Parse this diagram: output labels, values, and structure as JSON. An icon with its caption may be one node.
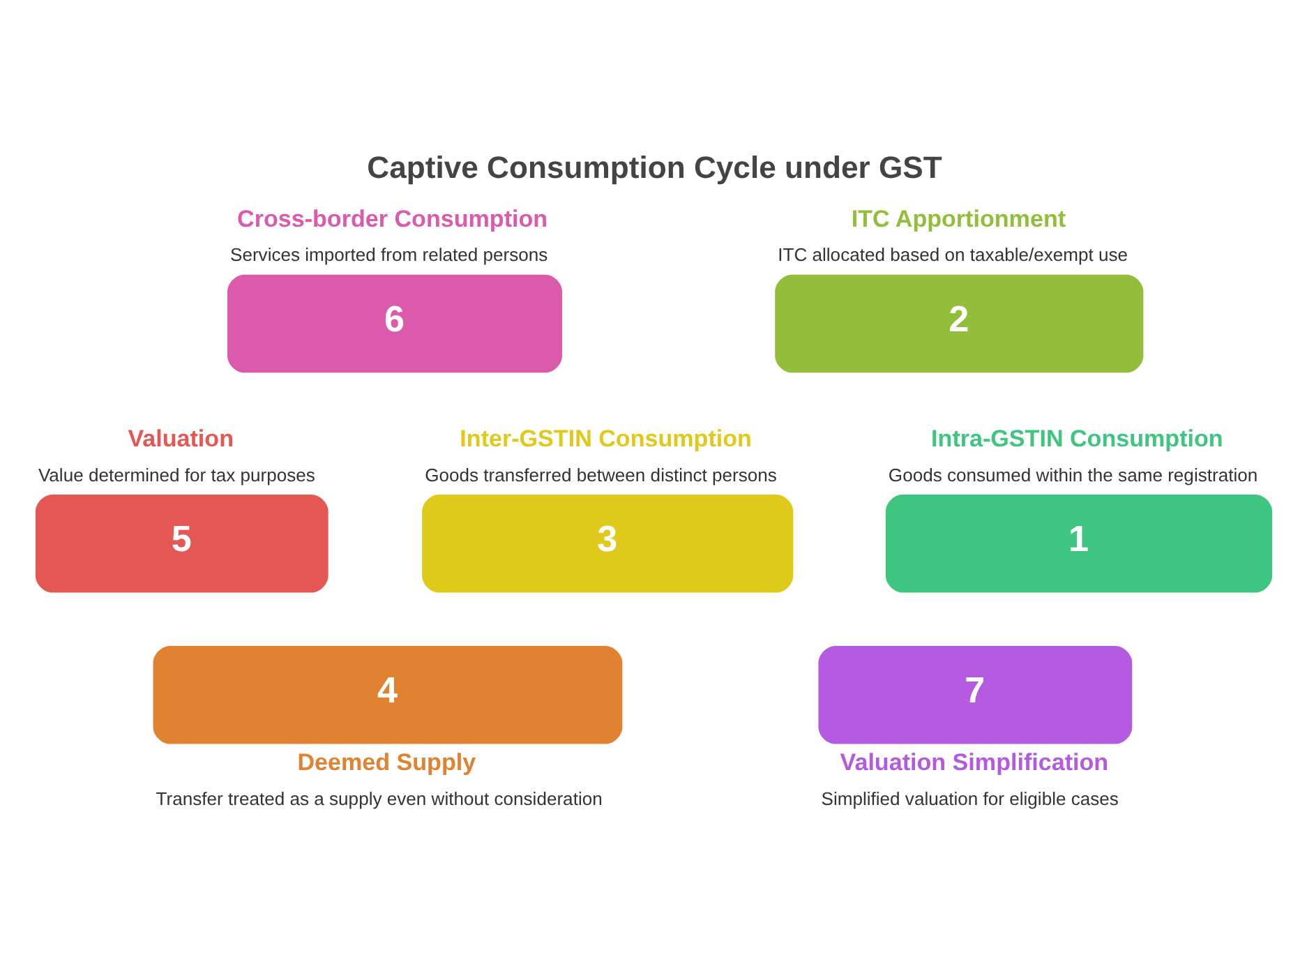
{
  "diagram": {
    "title": "Captive Consumption Cycle under GST",
    "nodes": [
      {
        "text": [
          "1"
        ],
        "beside": [
          "Intra-GSTIN Consumption",
          "Goods consumed within the same registration"
        ]
      },
      {
        "text": [
          "2"
        ],
        "beside": [
          "ITC Apportionment",
          "ITC allocated based on taxable/exempt use"
        ]
      },
      {
        "text": [
          "3"
        ],
        "beside": [
          "Inter-GSTIN Consumption",
          "Goods transferred between distinct persons"
        ]
      },
      {
        "text": [
          "4"
        ],
        "beside": [
          "Deemed Supply",
          "Transfer treated as a supply even without consideration"
        ]
      },
      {
        "text": [
          "5"
        ],
        "beside": [
          "Valuation",
          "Value determined for tax purposes"
        ]
      },
      {
        "text": [
          "6"
        ],
        "beside": [
          "Cross-border Consumption",
          "Services imported from related persons"
        ]
      },
      {
        "text": [
          "7"
        ],
        "beside": [
          "Valuation Simplification",
          "Simplified valuation for eligible cases"
        ]
      }
    ]
  }
}
